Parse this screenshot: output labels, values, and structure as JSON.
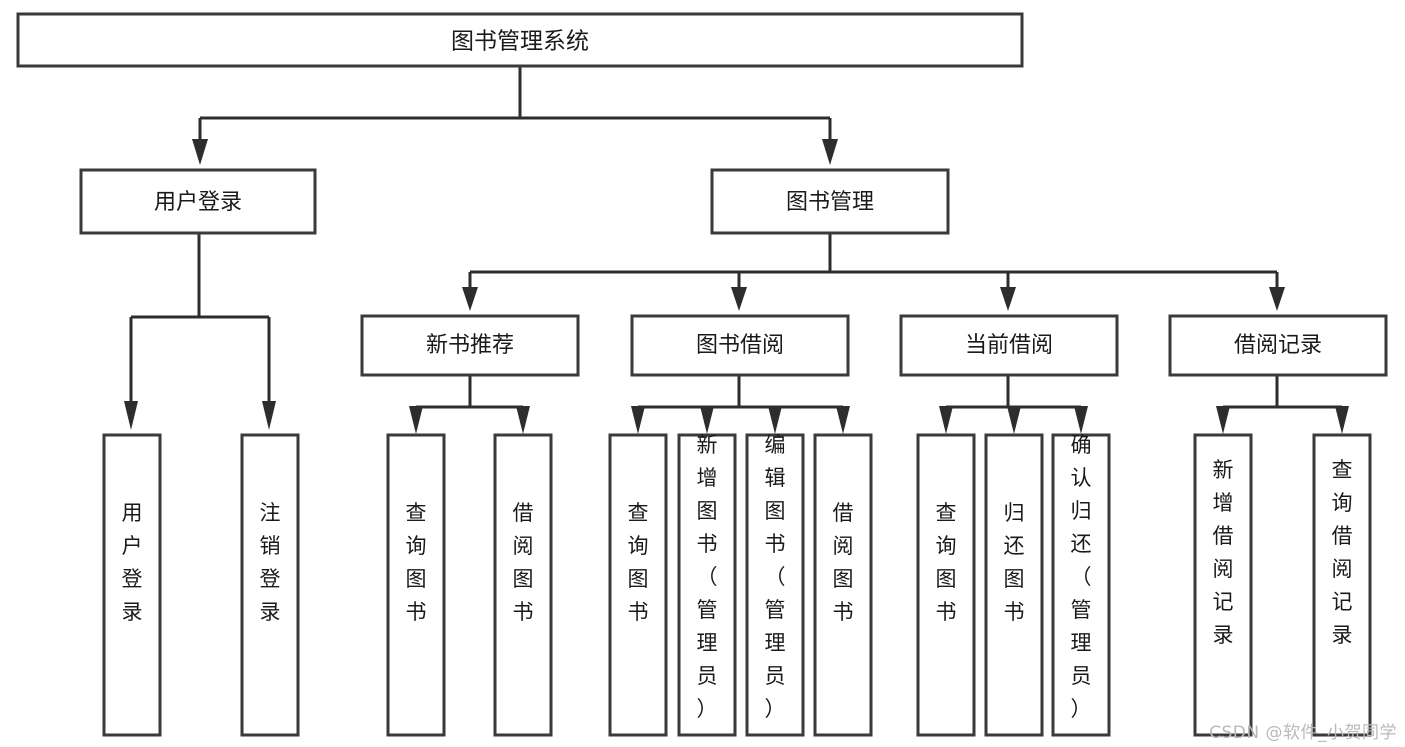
{
  "diagram": {
    "type": "tree-hierarchy",
    "title": "图书管理系统",
    "watermark": "CSDN @软件_小贺同学",
    "colors": {
      "box_fill": "#ffffff",
      "box_stroke": "#3a3a3a",
      "connector": "#2d2d2d",
      "text": "#1a1a1a",
      "watermark": "#b9b9b9",
      "background": "#ffffff"
    },
    "root": {
      "label": "图书管理系统"
    },
    "level1": [
      {
        "label": "用户登录"
      },
      {
        "label": "图书管理"
      }
    ],
    "level2": [
      {
        "label": "新书推荐"
      },
      {
        "label": "图书借阅"
      },
      {
        "label": "当前借阅"
      },
      {
        "label": "借阅记录"
      }
    ],
    "leaves": {
      "user_login": [
        {
          "label": "用户登录"
        },
        {
          "label": "注销登录"
        }
      ],
      "new_book_recommend": [
        {
          "label": "查询图书"
        },
        {
          "label": "借阅图书"
        }
      ],
      "book_borrow": [
        {
          "label": "查询图书"
        },
        {
          "label": "新增图书（管理员）"
        },
        {
          "label": "编辑图书（管理员）"
        },
        {
          "label": "借阅图书"
        }
      ],
      "current_borrow": [
        {
          "label": "查询图书"
        },
        {
          "label": "归还图书"
        },
        {
          "label": "确认归还（管理员）"
        }
      ],
      "borrow_record": [
        {
          "label": "新增借阅记录"
        },
        {
          "label": "查询借阅记录"
        }
      ]
    }
  }
}
